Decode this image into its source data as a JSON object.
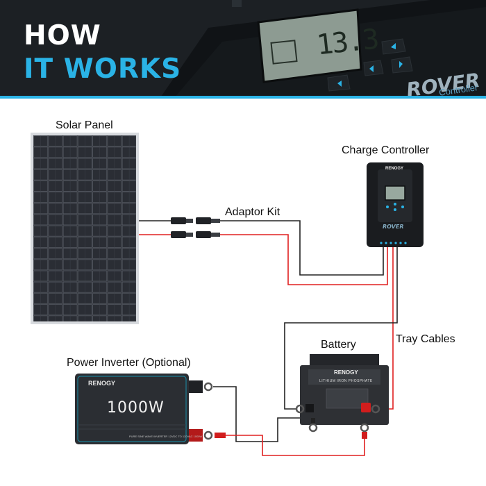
{
  "header": {
    "title_line1": "HOW",
    "title_line2": "IT WORKS",
    "lcd_reading": "13.3",
    "rover_logo": "ROVER",
    "controller_word": "Controller"
  },
  "labels": {
    "solar_panel": "Solar Panel",
    "charge_controller": "Charge Controller",
    "adaptor_kit": "Adaptor Kit",
    "battery": "Battery",
    "tray_cables": "Tray Cables",
    "power_inverter": "Power Inverter (Optional)"
  },
  "devices": {
    "inverter_brand": "RENOGY",
    "inverter_power": "1000W",
    "inverter_caption": "PURE SINE WAVE INVERTER 12VDC TO 120VAC 1000W",
    "battery_brand": "RENOGY",
    "battery_chemistry": "LITHIUM IRON PHOSPHATE",
    "controller_brand": "RENOGY",
    "controller_rover": "ROVER"
  },
  "colors": {
    "accent_blue": "#2ab3e6",
    "wire_positive": "#e02020",
    "wire_negative": "#222222",
    "banner_dark": "#1c2024"
  },
  "icons": {
    "connector": "mc4-connector-icon",
    "ring_terminal": "ring-terminal-icon"
  }
}
